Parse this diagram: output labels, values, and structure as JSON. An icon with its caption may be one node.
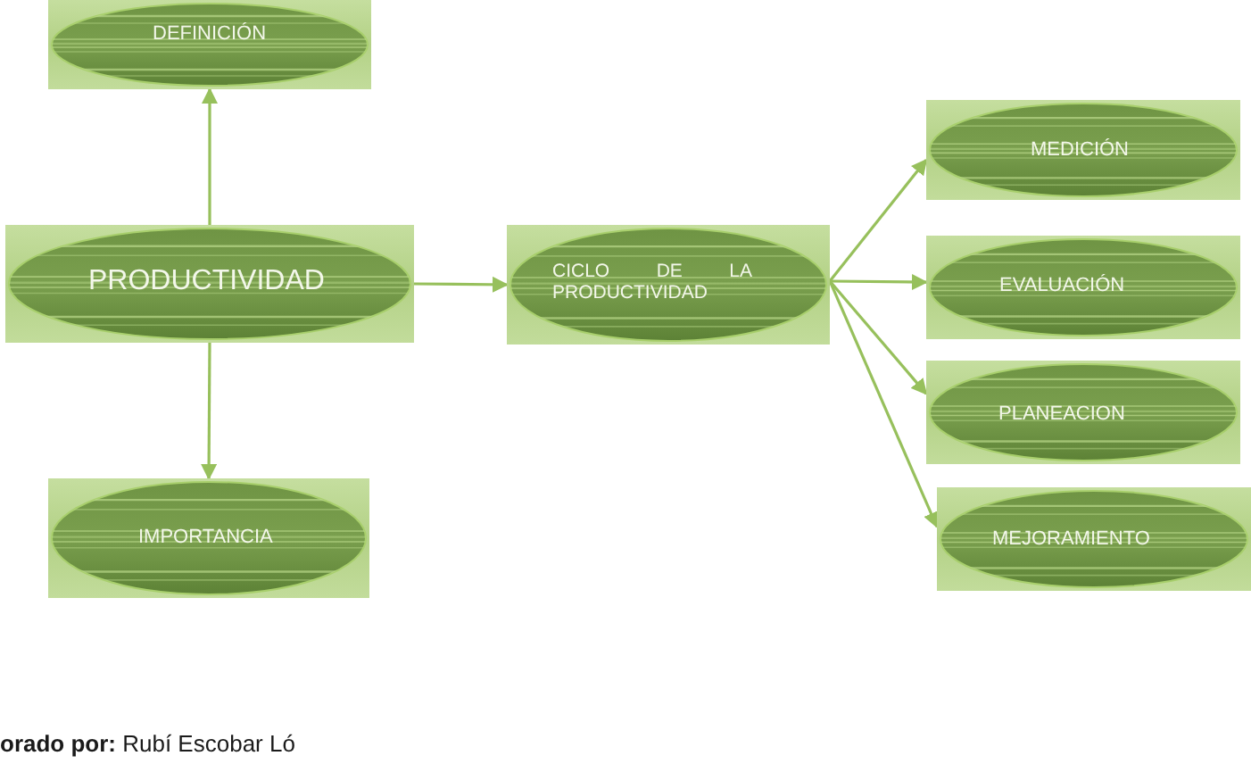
{
  "diagram": {
    "nodes": [
      {
        "text": [
          "DEFINICIÓN"
        ]
      },
      {
        "text": [
          "PRODUCTIVIDAD"
        ]
      },
      {
        "text": [
          "IMPORTANCIA"
        ]
      },
      {
        "text": [
          "CICLO DE LA PRODUCTIVIDAD"
        ]
      },
      {
        "text": [
          "MEDICIÓN"
        ]
      },
      {
        "text": [
          "EVALUACIÓN"
        ]
      },
      {
        "text": [
          "PLANEACION"
        ]
      },
      {
        "text": [
          "MEJORAMIENTO"
        ]
      }
    ],
    "edges": [
      {
        "from": 1,
        "to": 0,
        "arrow": "to"
      },
      {
        "from": 1,
        "to": 2,
        "arrow": "to"
      },
      {
        "from": 1,
        "to": 3,
        "arrow": "to"
      },
      {
        "from": 3,
        "to": 4,
        "arrow": "to"
      },
      {
        "from": 3,
        "to": 5,
        "arrow": "to"
      },
      {
        "from": 3,
        "to": 6,
        "arrow": "to"
      },
      {
        "from": 3,
        "to": 7,
        "arrow": "to"
      }
    ],
    "labels": [
      "**orado por:** Rubí Escobar Ló"
    ]
  }
}
